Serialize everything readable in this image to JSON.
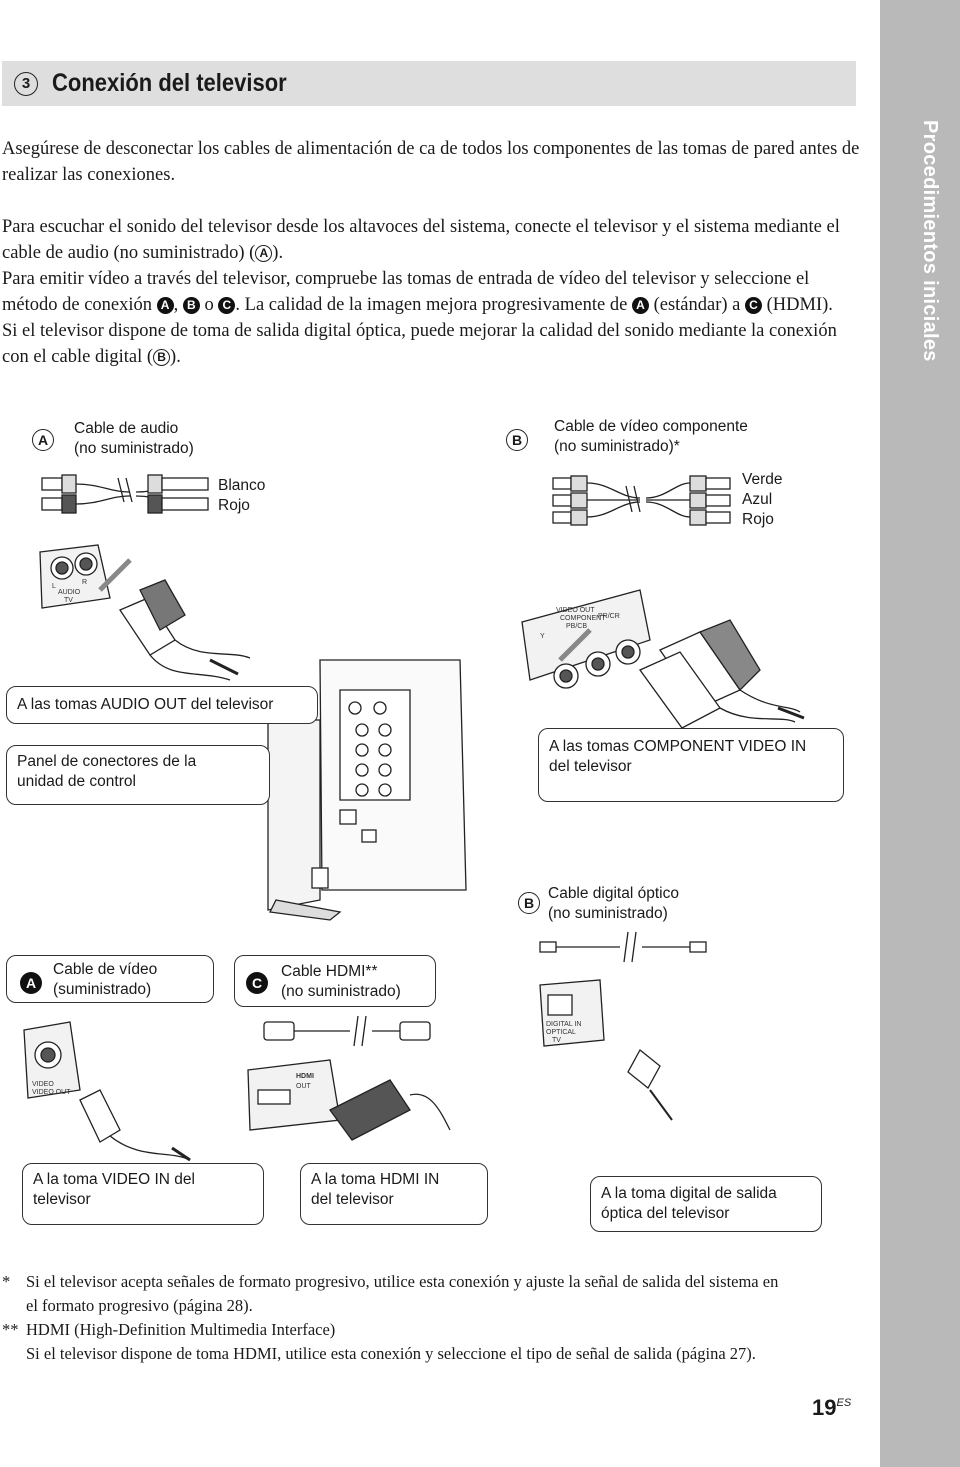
{
  "section": {
    "number": "3",
    "title": "Conexión del televisor"
  },
  "side_tab": "Procedimientos iniciales",
  "paragraphs": {
    "p1": "Asegúrese de desconectar los cables de alimentación de ca de todos los componentes de las tomas de pared antes de realizar las conexiones.",
    "p2_start": "Para escuchar el sonido del televisor desde los altavoces del sistema, conecte el televisor y el sistema mediante el cable de audio (no suministrado) (",
    "p2_letter": "A",
    "p2_end": ").",
    "p3_a": "Para emitir vídeo a través del televisor, compruebe las tomas de entrada de vídeo del televisor y seleccione el método de conexión ",
    "p3_l1": "A",
    "p3_sep1": ", ",
    "p3_l2": "B",
    "p3_sep2": " o ",
    "p3_l3": "C",
    "p3_b": ". La calidad de la imagen mejora progresivamente de ",
    "p3_l4": "A",
    "p3_c": " (estándar) a ",
    "p3_l5": "C",
    "p3_d": " (HDMI).",
    "p4_start": "Si el televisor dispone de toma de salida digital óptica, puede mejorar la calidad del sonido mediante la conexión con el cable digital (",
    "p4_letter": "B",
    "p4_end": ")."
  },
  "diagram": {
    "audio_cable": {
      "badge": "A",
      "line1": "Cable de audio",
      "line2": "(no suministrado)"
    },
    "audio_colors": [
      "Blanco",
      "Rojo"
    ],
    "audio_jack": {
      "label": "AUDIO",
      "sub": "TV",
      "l": "L",
      "r": "R"
    },
    "audio_out": "A las tomas AUDIO OUT del televisor",
    "component_cable": {
      "badge": "B",
      "line1": "Cable de vídeo componente",
      "line2": "(no suministrado)*"
    },
    "component_colors": [
      "Verde",
      "Azul",
      "Rojo"
    ],
    "component_jack": {
      "label": "VIDEO OUT",
      "sub": "COMPONENT",
      "y": "Y",
      "pb": "PB/CB",
      "pr": "PR/CR"
    },
    "component_in": {
      "line1": "A las tomas COMPONENT VIDEO IN",
      "line2": "del televisor"
    },
    "panel": {
      "line1": "Panel de conectores de la",
      "line2": "unidad de control"
    },
    "optical_cable": {
      "badge": "B",
      "line1": "Cable digital óptico",
      "line2": "(no suministrado)"
    },
    "optical_jack": {
      "l1": "DIGITAL IN",
      "l2": "OPTICAL",
      "l3": "TV"
    },
    "video_cable": {
      "badge": "A",
      "line1": "Cable de vídeo",
      "line2": "(suministrado)"
    },
    "video_jack": {
      "l1": "VIDEO",
      "l2": "VIDEO OUT"
    },
    "hdmi_cable": {
      "badge": "C",
      "line1": "Cable HDMI**",
      "line2": "(no suministrado)"
    },
    "hdmi_jack": {
      "logo": "HDMI",
      "out": "OUT"
    },
    "video_in": {
      "line1": "A la toma VIDEO IN del",
      "line2": "televisor"
    },
    "hdmi_in": {
      "line1": "A la toma HDMI IN",
      "line2": "del televisor"
    },
    "optical_in": {
      "line1": "A la toma digital de salida",
      "line2": "óptica del televisor"
    }
  },
  "footnotes": [
    {
      "mark": "*",
      "line1": "Si el televisor acepta señales de formato progresivo, utilice esta conexión y ajuste la señal de salida del sistema en",
      "line2": "el formato progresivo (página 28)."
    },
    {
      "mark": "**",
      "line1": "HDMI (High-Definition Multimedia Interface)",
      "line2": "Si el televisor dispone de toma HDMI, utilice esta conexión y seleccione el tipo de señal de salida (página 27)."
    }
  ],
  "page": {
    "number": "19",
    "suffix": "ES"
  },
  "colors": {
    "side_tab": "#b9b9b9",
    "title_bar": "#dedede",
    "text": "#1a1a1a"
  }
}
